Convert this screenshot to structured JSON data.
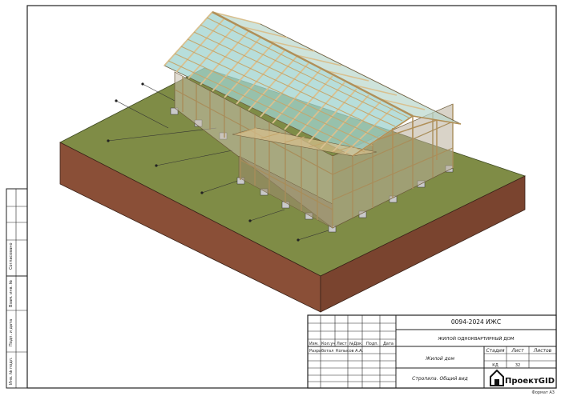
{
  "left_strip": {
    "agreed": "Согласовано",
    "replaced_inv": "Взам. инв. №",
    "sign_date": "Подп. и дата",
    "inv_orig": "Инв. № подл."
  },
  "title_block": {
    "doc_code": "0094-2024 ИЖС",
    "project_name": "ЖИЛОЙ ОДНОКВАРТИРНЫЙ ДОМ",
    "headers": {
      "izm": "Изм.",
      "kol": "Кол.уч",
      "list": "Лист",
      "ndoc": "№Док.",
      "podp": "Подп.",
      "date": "Дата"
    },
    "developed_label": "Разработал",
    "developer_name": "Копысов А.А.",
    "object_name": "Жилой дом",
    "sheet_name": "Стропила. Общий вид",
    "stage_label": "Стадия",
    "sheet_label": "Лист",
    "sheets_label": "Листов",
    "stage_value": "КД",
    "sheet_value": "32",
    "sheets_value": "",
    "logo_text": "ПроектGID"
  },
  "format_label": "Формат А3",
  "colors": {
    "grass": "#7f8c46",
    "soil_left": "#8a4f37",
    "soil_right": "#7a442f",
    "timber": "#d9c08f",
    "glass": "#9fd3cf"
  }
}
